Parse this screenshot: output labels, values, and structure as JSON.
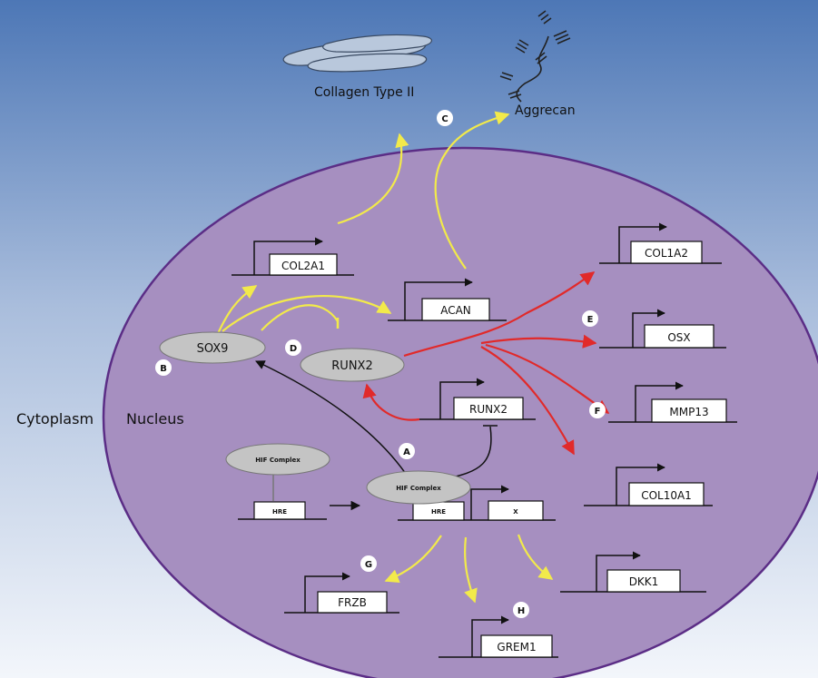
{
  "regions": {
    "cytoplasm": "Cytoplasm",
    "nucleus": "Nucleus"
  },
  "products": {
    "collagen": "Collagen Type II",
    "aggrecan": "Aggrecan"
  },
  "markers": {
    "a": "A",
    "b": "B",
    "c": "C",
    "d": "D",
    "e": "E",
    "f": "F",
    "g": "G",
    "h": "H"
  },
  "genes": {
    "col2a1": "COL2A1",
    "acan": "ACAN",
    "col1a2": "COL1A2",
    "osx": "OSX",
    "mmp13": "MMP13",
    "col10a1": "COL10A1",
    "runx2": "RUNX2",
    "frzb": "FRZB",
    "grem1": "GREM1",
    "dkk1": "DKK1",
    "hre1": "HRE",
    "hre2": "HRE",
    "x": "X"
  },
  "proteins": {
    "sox9": "SOX9",
    "runx2": "RUNX2",
    "hif_free": "HIF Complex",
    "hif_bound": "HIF Complex"
  },
  "colors": {
    "sky_top": "#4d77b6",
    "sky_bottom": "#f3f6fb",
    "nucleus_fill": "#a68fc0",
    "nucleus_stroke": "#5b2d86",
    "activation_yellow": "#f2ea4a",
    "activation_red": "#e12a2a",
    "protein_fill": "#c4c4c4",
    "line": "#111111"
  }
}
